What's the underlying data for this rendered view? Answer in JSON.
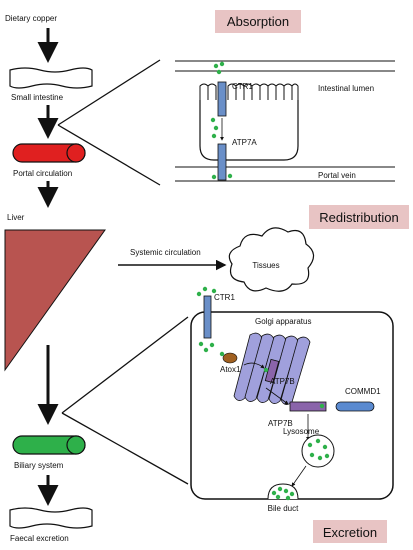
{
  "pathway": {
    "dietary_copper": "Dietary copper",
    "small_intestine": "Small intestine",
    "portal_circulation": "Portal circulation",
    "liver": "Liver",
    "biliary_system": "Biliary system",
    "faecal_excretion": "Faecal excretion"
  },
  "sections": {
    "absorption": "Absorption",
    "redistribution": "Redistribution",
    "excretion": "Excretion"
  },
  "absorption_detail": {
    "ctr1": "CTR1",
    "atp7a": "ATP7A",
    "intestinal_lumen": "Intestinal lumen",
    "portal_vein": "Portal vein"
  },
  "redistribution_detail": {
    "systemic_circulation": "Systemic circulation",
    "tissues": "Tissues"
  },
  "hepatocyte_detail": {
    "ctr1": "CTR1",
    "golgi_apparatus": "Golgi apparatus",
    "atox1": "Atox1",
    "atp7b_golgi": "ATP7B",
    "commd1": "COMMD1",
    "atp7b_vesicle": "ATP7B",
    "lysosome": "Lysosome",
    "bile_duct": "Bile duct"
  },
  "colors": {
    "section_box": "#e8c4c4",
    "portal_circulation": "#e02020",
    "liver": "#b85450",
    "biliary_system": "#2eb04a",
    "copper": "#2eb04a",
    "transporter": "#6a8fc8",
    "golgi": "#a0a0dc",
    "atp7b": "#8a64aa",
    "commd1": "#5a8ad0",
    "atox1": "#a06020"
  }
}
